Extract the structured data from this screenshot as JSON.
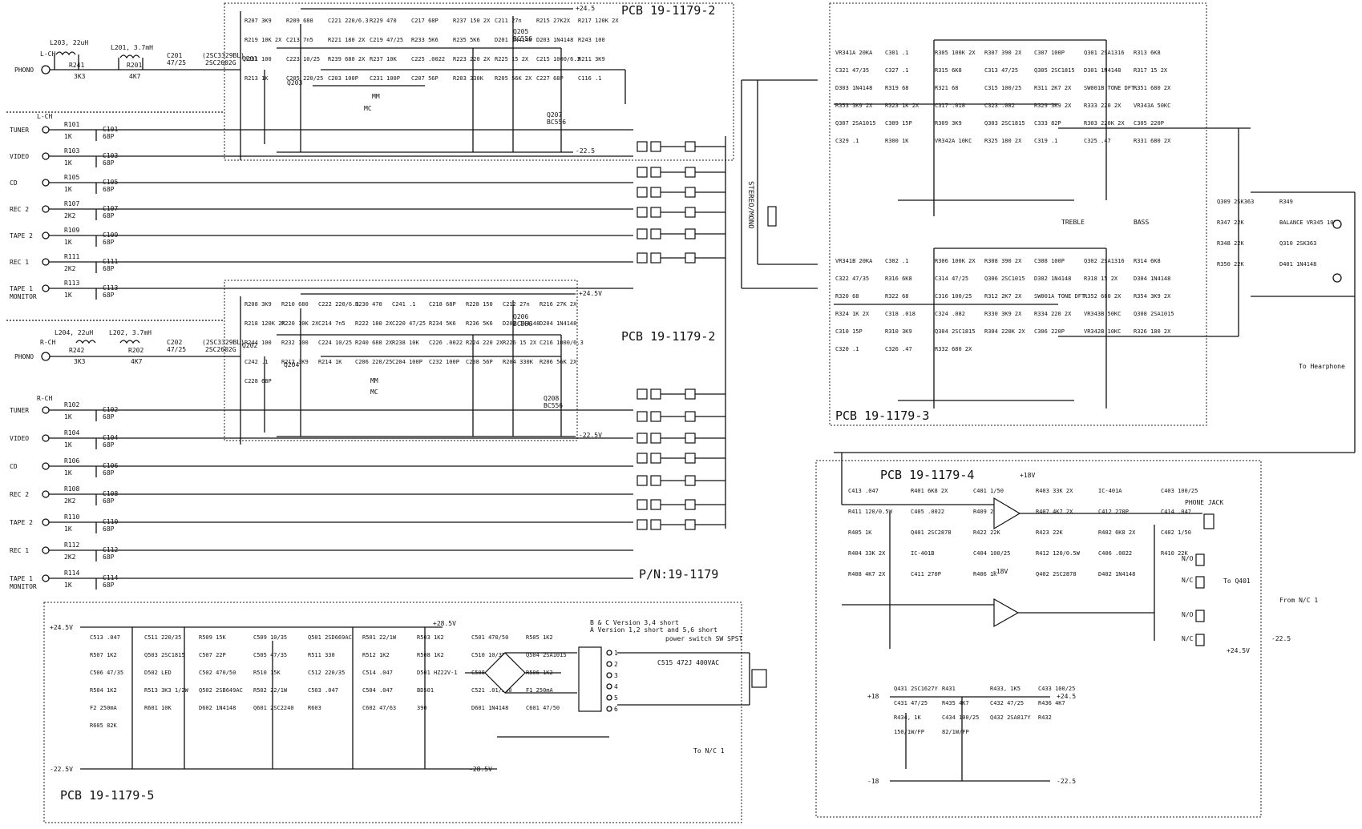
{
  "pcb_labels": {
    "phono_left": "PCB 19-1179-2",
    "phono_right": "PCB 19-1179-2",
    "tone": "PCB 19-1179-3",
    "headphone": "PCB 19-1179-4",
    "power": "PCB 19-1179-5"
  },
  "part_number": "P/N:19-1179",
  "channels": {
    "left": "L-CH",
    "right": "R-CH"
  },
  "inputs_left": [
    {
      "label": "TUNER",
      "res": "R101",
      "val": "1K",
      "cap": "C101",
      "cval": "68P"
    },
    {
      "label": "VIDEO",
      "res": "R103",
      "val": "1K",
      "cap": "C103",
      "cval": "68P"
    },
    {
      "label": "CD",
      "res": "R105",
      "val": "1K",
      "cap": "C105",
      "cval": "68P"
    },
    {
      "label": "REC 2",
      "res": "R107",
      "val": "2K2",
      "cap": "C107",
      "cval": "68P"
    },
    {
      "label": "TAPE 2",
      "res": "R109",
      "val": "1K",
      "cap": "C109",
      "cval": "68P"
    },
    {
      "label": "REC 1",
      "res": "R111",
      "val": "2K2",
      "cap": "C111",
      "cval": "68P"
    },
    {
      "label": "TAPE 1 MONITOR",
      "res": "R113",
      "val": "1K",
      "cap": "C113",
      "cval": "68P"
    }
  ],
  "inputs_right": [
    {
      "label": "TUNER",
      "res": "R102",
      "val": "1K",
      "cap": "C102",
      "cval": "68P"
    },
    {
      "label": "VIDEO",
      "res": "R104",
      "val": "1K",
      "cap": "C104",
      "cval": "68P"
    },
    {
      "label": "CD",
      "res": "R106",
      "val": "1K",
      "cap": "C106",
      "cval": "68P"
    },
    {
      "label": "REC 2",
      "res": "R108",
      "val": "2K2",
      "cap": "C108",
      "cval": "68P"
    },
    {
      "label": "TAPE 2",
      "res": "R110",
      "val": "1K",
      "cap": "C110",
      "cval": "68P"
    },
    {
      "label": "REC 1",
      "res": "R112",
      "val": "2K2",
      "cap": "C112",
      "cval": "68P"
    },
    {
      "label": "TAPE 1 MONITOR",
      "res": "R114",
      "val": "1K",
      "cap": "C114",
      "cval": "68P"
    }
  ],
  "phono_left": {
    "jack": "PHONO",
    "l1": "L203, 22uH",
    "l2": "L201, 3.7mH",
    "r1": "R241",
    "r1v": "3K3",
    "r2": "R201",
    "r2v": "4K7",
    "c1": "C201",
    "c1v": "47/25",
    "pair": "(2SC3329BL)",
    "pair2": "2SC2602G",
    "q1": "Q201",
    "q2": "Q203",
    "q3": "Q205",
    "q3t": "BC556",
    "q4": "Q207",
    "q4t": "BC556",
    "rail_pos": "+24.5",
    "rail_neg": "-22.5",
    "mm": "MM",
    "mc": "MC",
    "parts": [
      "R207 3K9",
      "R209 680",
      "C221 220/6.3",
      "R229 470",
      "C217 68P",
      "R237 150 2X",
      "C211 27n",
      "R215 27K2X",
      "R217 120K 2X",
      "R219 10K 2X",
      "C213 7n5",
      "R221 180 2X",
      "C219 47/25",
      "R233 5K6",
      "R235 5K6",
      "D201 1N4148",
      "D203 1N4148",
      "R243 100",
      "R231 100",
      "C223 10/25",
      "R239 680 2X",
      "R237 10K",
      "C225 .0022",
      "R223 220 2X",
      "R225 15 2X",
      "C215 1000/6.3",
      "R211 3K9",
      "R213 1K",
      "C205 220/25",
      "C203 100P",
      "C231 100P",
      "C207 56P",
      "R203 330K",
      "R205 56K 2X",
      "C227 68P",
      "C116 .1"
    ]
  },
  "phono_right": {
    "jack": "PHONO",
    "l1": "L204, 22uH",
    "l2": "L202, 3.7mH",
    "r1": "R242",
    "r1v": "3K3",
    "r2": "R202",
    "r2v": "4K7",
    "c1": "C202",
    "c1v": "47/25",
    "pair": "(2SC3329BL)",
    "pair2": "2SC2602G",
    "q1": "Q202",
    "q2": "Q204",
    "q3": "Q206",
    "q3t": "BC556",
    "q4": "Q208",
    "q4t": "BC556",
    "rail_pos": "+24.5V",
    "rail_neg": "-22.5V",
    "mm": "MM",
    "mc": "MC",
    "parts": [
      "R208 3K9",
      "R210 680",
      "C222 220/6.3",
      "R230 470",
      "C241 .1",
      "C218 68P",
      "R228 150",
      "C212 27n",
      "R216 27K 2X",
      "R218 120K 2X",
      "R220 10K 2X",
      "C214 7n5",
      "R222 180 2X",
      "C220 47/25",
      "R234 5K6",
      "R236 5K6",
      "D202 1N4148",
      "D204 1N4148",
      "R244 100",
      "R232 100",
      "C224 10/25",
      "R240 680 2X",
      "R238 10K",
      "C226 .0022",
      "R224 220 2X",
      "R226 15 2X",
      "C216 1000/6.3",
      "C242 .1",
      "R212 3K9",
      "R214 1K",
      "C206 220/25",
      "C204 100P",
      "C232 100P",
      "C208 56P",
      "R204 330K",
      "R206 56K 2X",
      "C228 68P"
    ]
  },
  "selector_label": "STEREO/MONO",
  "tone": {
    "upper": [
      "VR341A 20KA",
      "C301 .1",
      "R305 100K 2X",
      "R307 390 2X",
      "C307 100P",
      "Q301 2SA1316",
      "R313 6K8",
      "C321 47/35",
      "C327 .1",
      "R315 6K8",
      "C313 47/25",
      "Q305 2SC1815",
      "D301 1N4148",
      "R317 15 2X",
      "D303 1N4148",
      "R319 68",
      "R321 68",
      "C315 100/25",
      "R311 2K7 2X",
      "SW001B TONE DFT.",
      "R351 680 2X",
      "R353 3K9 2X",
      "R323 1K 2X",
      "C317 .018",
      "C323 .082",
      "R329 3K9 2X",
      "R333 220 2X",
      "VR343A 50KC",
      "Q307 2SA1015",
      "C309 15P",
      "R309 3K9",
      "Q303 2SC1815",
      "C333 82P",
      "R303 220K 2X",
      "C305 220P",
      "C329 .1",
      "R300 1K",
      "VR342A 10KC",
      "R325 180 2X",
      "C319 .1",
      "C325 .47",
      "R331 680 2X"
    ],
    "lower": [
      "VR341B 20KA",
      "C302 .1",
      "R306 100K 2X",
      "R308 390 2X",
      "C308 100P",
      "Q302 2SA1316",
      "R314 6K8",
      "C322 47/35",
      "R316 6K8",
      "C314 47/25",
      "Q306 2SC1015",
      "D302 1N4148",
      "R318 15 2X",
      "D304 1N4148",
      "R320 68",
      "R322 68",
      "C316 100/25",
      "R312 2K7 2X",
      "SW001A TONE DFT.",
      "R352 680 2X",
      "R354 3K9 2X",
      "R324 1K 2X",
      "C318 .018",
      "C324 .082",
      "R330 3K9 2X",
      "R334 220 2X",
      "VR343B 50KC",
      "Q308 2SA1015",
      "C310 15P",
      "R310 3K9",
      "Q304 2SC1815",
      "R304 220K 2X",
      "C306 220P",
      "VR342B 10KC",
      "R326 180 2X",
      "C320 .1",
      "C326 .47",
      "R332 680 2X"
    ],
    "treble": "TREBLE",
    "bass": "BASS",
    "balance": [
      "Q309 2SK363",
      "R349",
      "R347 22K",
      "BALANCE VR345 10KM",
      "R348 22K",
      "Q310 2SK363",
      "R350 22K",
      "D401 1N4148"
    ],
    "to_headphone": "To Hearphone"
  },
  "headphone": {
    "parts": [
      "C413 .047",
      "R401 6K8 2X",
      "C401 1/50",
      "R403 33K 2X",
      "IC-401A",
      "C403 100/25",
      "R411 120/0.5W",
      "C405 .0022",
      "R409 22K",
      "R407 4K7 2X",
      "C412 270P",
      "C414 .047",
      "R405 1K",
      "Q401 2SC2878",
      "R422 22K",
      "R423 22K",
      "R402 6K8 2X",
      "C402 1/50",
      "R404 33K 2X",
      "IC-401B",
      "C404 100/25",
      "R412 120/0.5W",
      "C406 .0022",
      "R410 22K",
      "R408 4K7 2X",
      "C411 270P",
      "R406 1K",
      "Q402 2SC2878",
      "D402 1N4148"
    ],
    "phone_jack": "PHONE JACK",
    "to_q401": "To Q401",
    "from_nc": "From N/C 1",
    "no": "N/O",
    "nc": "N/C",
    "plus18": "+18V",
    "minus18": "-18V",
    "reg": [
      "Q431 2SC1627Y",
      "R431",
      "R433, 1K5",
      "C433 100/25",
      "C431 47/25",
      "R435 4K7",
      "C432 47/25",
      "R436 4K7",
      "R434, 1K",
      "C434 100/25",
      "Q432 2SA817Y",
      "R432",
      "150/1W/FP",
      "82/1W/FP"
    ],
    "rails": {
      "p18": "+18",
      "n18": "-18",
      "p245": "+24.5",
      "n225": "-22.5",
      "plus245v": "+24.5V",
      "minus225": "-22.5"
    }
  },
  "power": {
    "rails": {
      "p245": "+24.5V",
      "n225": "-22.5V",
      "p28": "+28.5V",
      "n28": "-28.5V"
    },
    "parts": [
      "C513 .047",
      "C511 220/35",
      "R509 15K",
      "C509 10/35",
      "Q501 2SD669AC",
      "R501 22/1W",
      "R503 1K2",
      "C501 470/50",
      "R505 1K2",
      "R507 1K2",
      "Q503 2SC1815",
      "C507 22P",
      "C505 47/35",
      "R511 330",
      "R512 1K2",
      "R508 1K2",
      "C510 10/35",
      "Q504 2SA1015",
      "C506 47/35",
      "D502 LED",
      "C502 470/50",
      "R510 15K",
      "C512 220/35",
      "C514 .047",
      "D501 HZ22V-1",
      "C508 22P",
      "R506 1K2",
      "R504 1K2",
      "R513 3K3 1/2W",
      "Q502 2SB649AC",
      "R502 22/1W",
      "C503 .047",
      "C504 .047",
      "BD501",
      "C521 .01/250",
      "F1 250mA",
      "F2 250mA",
      "R601 10K",
      "D602 1N4148",
      "Q601 2SC2240",
      "R603",
      "C602 47/63",
      "390",
      "D601 1N4148",
      "C601 47/50",
      "R605 82K"
    ],
    "version_note": "B & C Version 3,4 short\nA Version 1,2 short and 5,6 short",
    "power_switch": "power switch SW SPST",
    "c515": "C515 472J 400VAC",
    "to_nc": "To N/C 1",
    "taps": [
      "1",
      "2",
      "3",
      "4",
      "5",
      "6"
    ]
  },
  "chart_data": null
}
